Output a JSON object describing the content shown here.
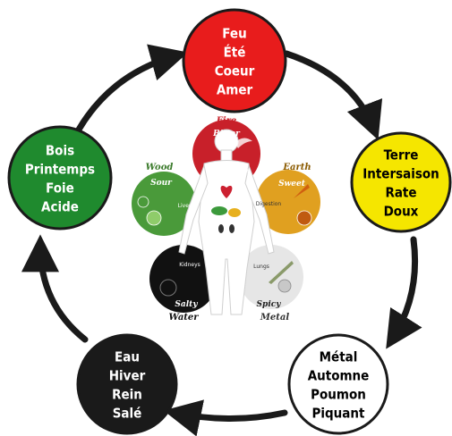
{
  "elements": [
    {
      "id": "fire",
      "color": "#e81c1c",
      "text_color": "#ffffff",
      "lines": [
        "Feu",
        "Été",
        "Coeur",
        "Amer"
      ]
    },
    {
      "id": "earth",
      "color": "#f5e600",
      "text_color": "#000000",
      "lines": [
        "Terre",
        "Intersaison",
        "Rate",
        "Doux"
      ]
    },
    {
      "id": "metal",
      "color": "#ffffff",
      "text_color": "#000000",
      "lines": [
        "Métal",
        "Automne",
        "Poumon",
        "Piquant"
      ]
    },
    {
      "id": "water",
      "color": "#1a1a1a",
      "text_color": "#ffffff",
      "lines": [
        "Eau",
        "Hiver",
        "Rein",
        "Salé"
      ]
    },
    {
      "id": "wood",
      "color": "#1f8a2e",
      "text_color": "#ffffff",
      "lines": [
        "Bois",
        "Printemps",
        "Foie",
        "Acide"
      ]
    }
  ],
  "inner_figure": {
    "fire": {
      "element": "Fire",
      "taste": "Bitter",
      "organ": "Heart",
      "color": "#c8202a"
    },
    "earth": {
      "element": "Earth",
      "taste": "Sweet",
      "organ": "Digestion",
      "color": "#e0a020"
    },
    "metal": {
      "element": "Metal",
      "taste": "Spicy",
      "organ": "Lungs",
      "color": "#d8d8d8"
    },
    "water": {
      "element": "Water",
      "taste": "Salty",
      "organ": "Kidneys",
      "color": "#111111"
    },
    "wood": {
      "element": "Wood",
      "taste": "Sour",
      "organ": "Liver",
      "color": "#4a9a3a"
    }
  },
  "arrow_color": "#1a1a1a"
}
